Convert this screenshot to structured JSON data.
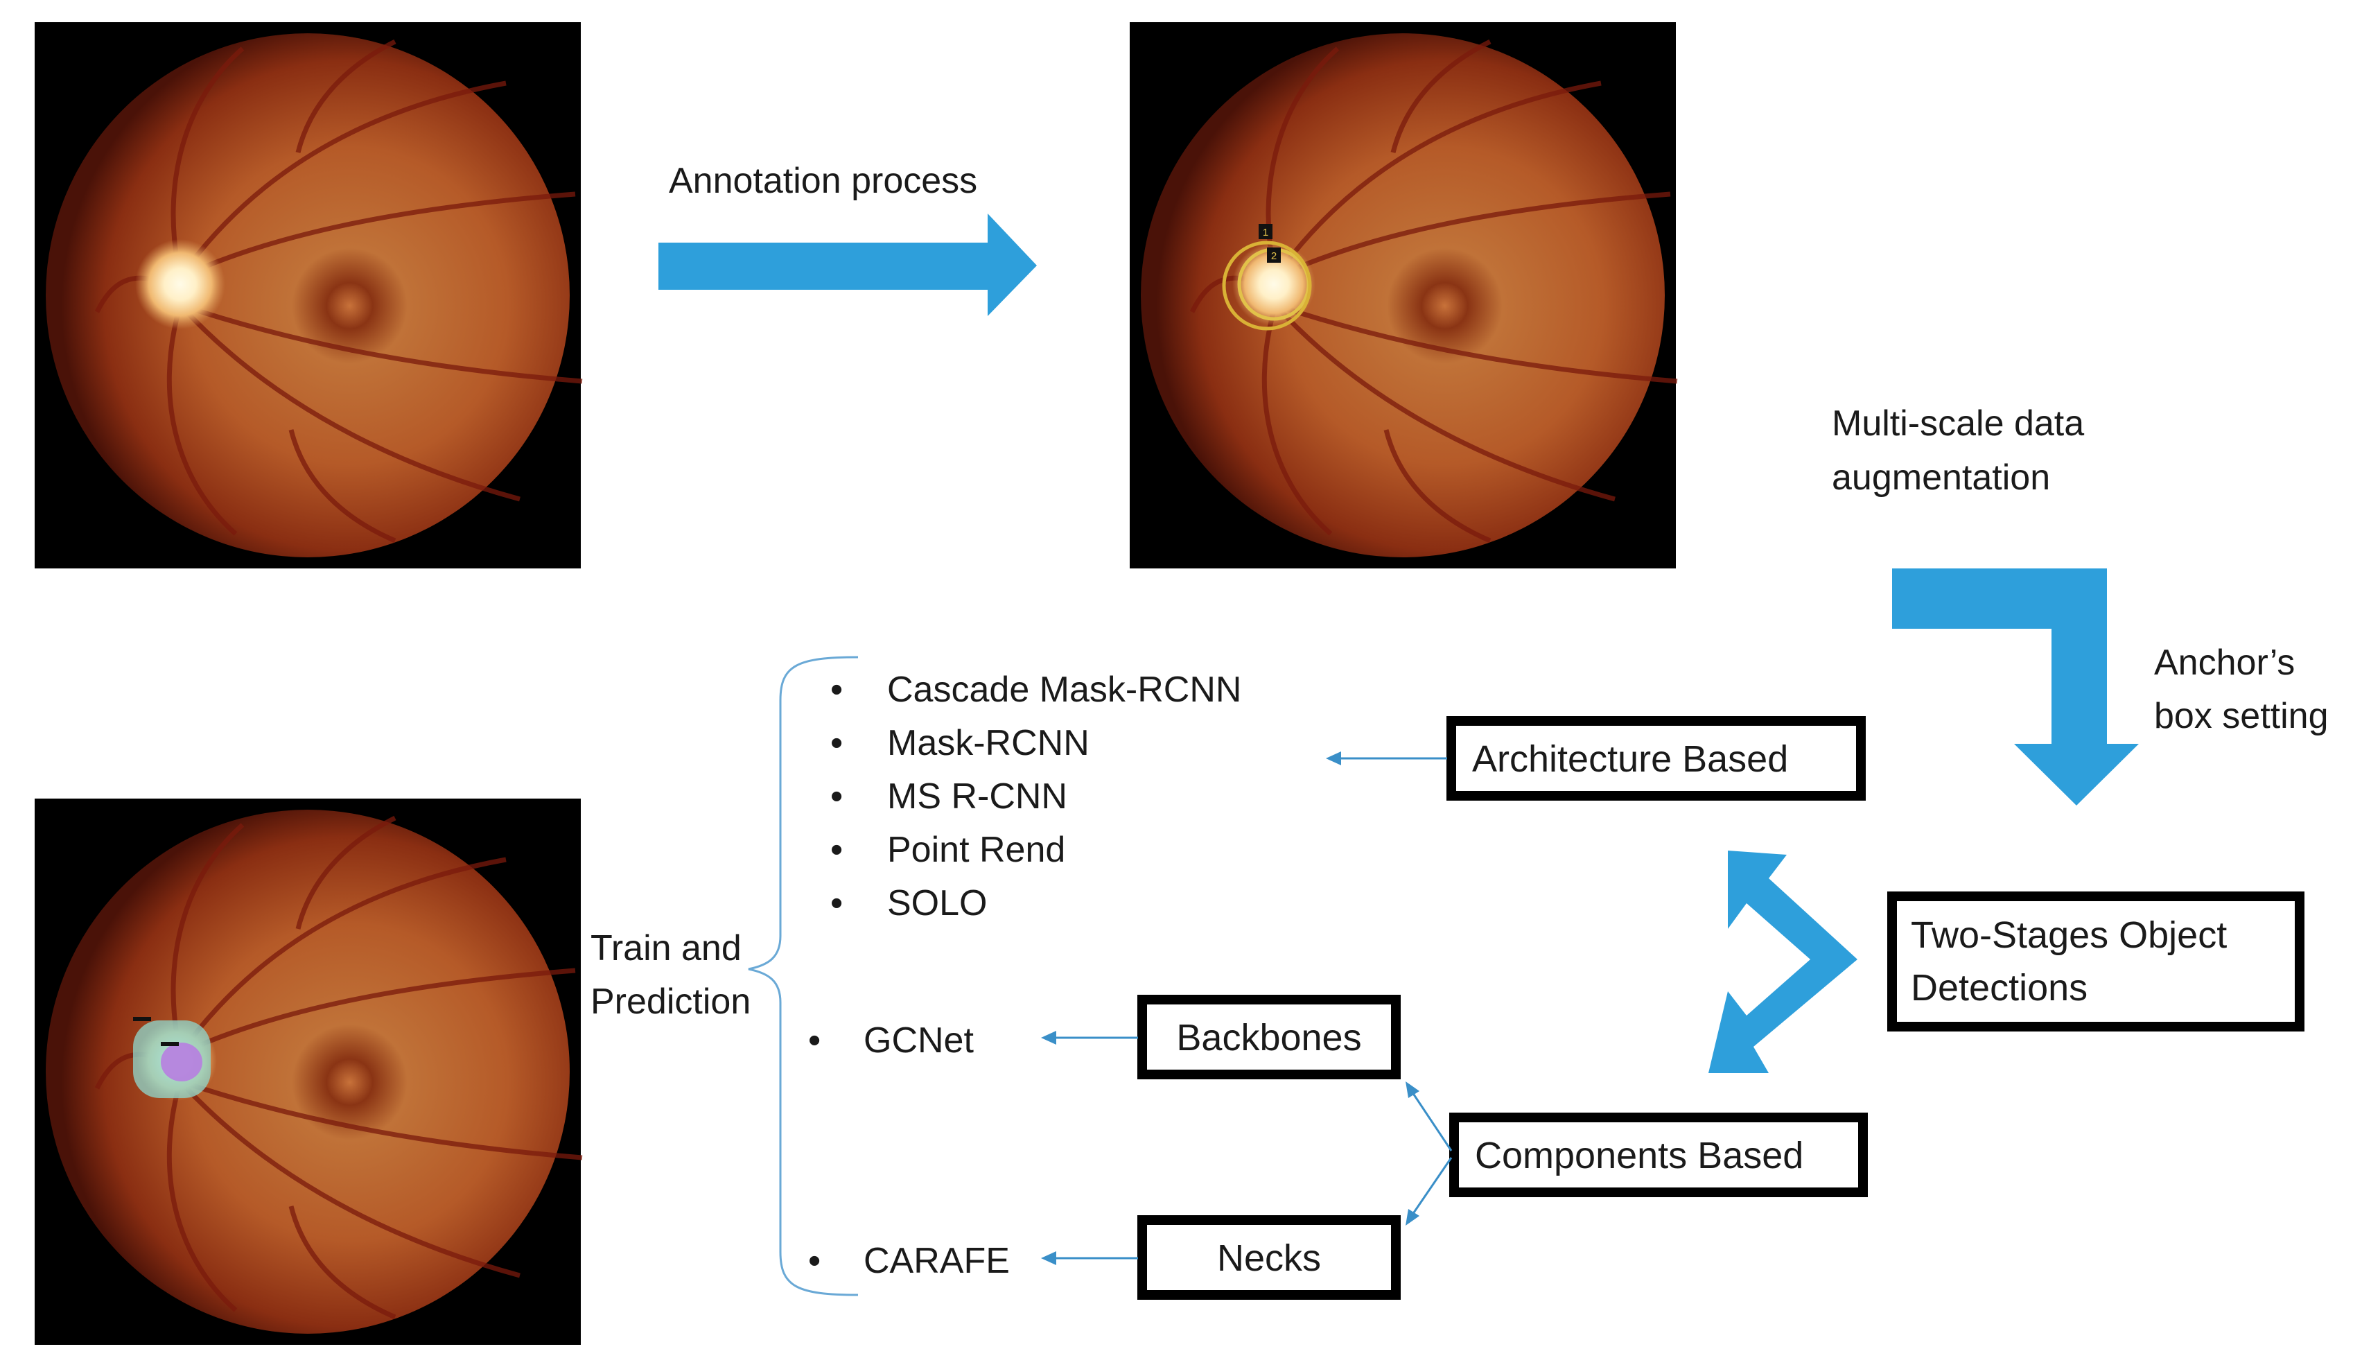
{
  "labels": {
    "annotation_process": "Annotation process",
    "multi_scale_1": "Multi-scale data",
    "multi_scale_2": "augmentation",
    "anchor_1": "Anchor’s",
    "anchor_2": "box setting",
    "train_1": "Train and",
    "train_2": "Prediction"
  },
  "boxes": {
    "architecture": "Architecture Based",
    "two_stage_1": "Two-Stages Object",
    "two_stage_2": "Detections",
    "backbones": "Backbones",
    "components": "Components Based",
    "necks": "Necks"
  },
  "model_list": {
    "bullet": "•",
    "items": [
      "Cascade Mask-RCNN",
      "Mask-RCNN",
      "MS R-CNN",
      "Point Rend",
      "SOLO"
    ]
  },
  "component_items": {
    "backbone": "GCNet",
    "neck": "CARAFE"
  },
  "annotation_marks": {
    "marker_1": "1",
    "marker_2": "2"
  },
  "colors": {
    "arrow_blue": "#2e9fdb",
    "thin_arrow": "#3a8fc8",
    "box_border": "#000000",
    "fundus_dark": "#4a1208",
    "fundus_mid": "#b84a22",
    "fundus_light": "#d99a5a",
    "optic_disc": "#fff4d8",
    "annotation_ring": "#e2c24a",
    "mask_teal": "#8fd3c8",
    "mask_purple": "#b77ee0"
  }
}
